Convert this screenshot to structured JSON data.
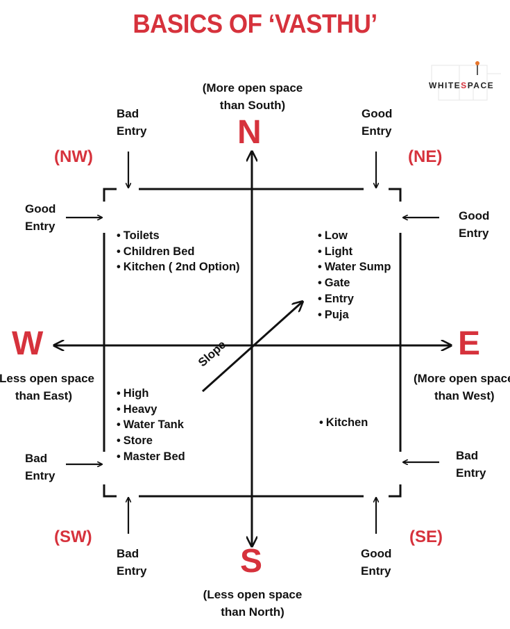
{
  "title": "BASICS OF ‘VASTHU’",
  "logo": {
    "text_before": "WHITE",
    "text_accent": "S",
    "text_after": "PACE"
  },
  "directions": {
    "north": "N",
    "south": "S",
    "east": "E",
    "west": "W"
  },
  "corners": {
    "nw": "(NW)",
    "ne": "(NE)",
    "sw": "(SW)",
    "se": "(SE)"
  },
  "notes": {
    "north": [
      "(More open space",
      "than South)"
    ],
    "south": [
      "(Less open space",
      "than North)"
    ],
    "east": [
      "(More open space",
      "than West)"
    ],
    "west": [
      "(Less open space",
      "than East)"
    ]
  },
  "entries": {
    "nw_top": [
      "Bad",
      "Entry"
    ],
    "nw_side": [
      "Good",
      "Entry"
    ],
    "ne_top": [
      "Good",
      "Entry"
    ],
    "ne_side": [
      "Good",
      "Entry"
    ],
    "sw_side": [
      "Bad",
      "Entry"
    ],
    "sw_bottom": [
      "Bad",
      "Entry"
    ],
    "se_side": [
      "Bad",
      "Entry"
    ],
    "se_bottom": [
      "Good",
      "Entry"
    ]
  },
  "quadrants": {
    "nw": [
      "Toilets",
      "Children Bed",
      "Kitchen ( 2nd Option)"
    ],
    "ne": [
      "Low",
      "Light",
      "Water Sump",
      "Gate",
      "Entry",
      "Puja"
    ],
    "sw": [
      "High",
      "Heavy",
      "Water Tank",
      "Store",
      "Master Bed"
    ],
    "se": [
      "Kitchen"
    ]
  },
  "slope_label": "Slope",
  "colors": {
    "accent": "#d6323c",
    "ink": "#111111"
  }
}
